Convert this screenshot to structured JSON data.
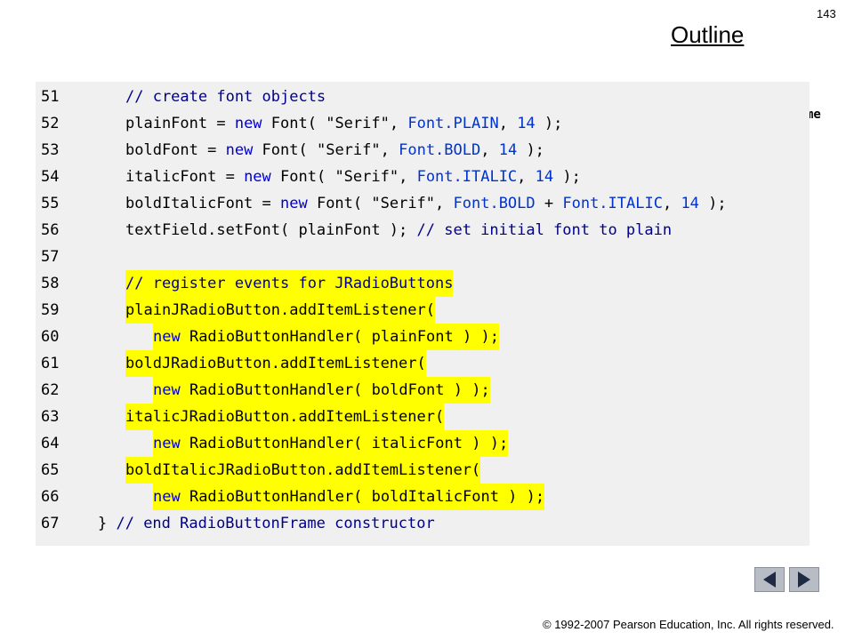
{
  "page": {
    "number": "143",
    "outline_label": "Outline",
    "side_label": "me",
    "copyright": "© 1992-2007 Pearson Education, Inc.  All rights reserved."
  },
  "nav": {
    "prev_icon": "triangle-left-icon",
    "next_icon": "triangle-right-icon"
  },
  "colors": {
    "panel_bg": "#f0f0f0",
    "highlight": "#ffff00",
    "keyword": "#0000cc",
    "comment": "#00008b"
  },
  "code": {
    "lines": [
      {
        "num": "51",
        "indent": 2,
        "hl": false,
        "tokens": [
          [
            "cm",
            "// create font objects"
          ]
        ]
      },
      {
        "num": "52",
        "indent": 2,
        "hl": false,
        "tokens": [
          [
            "tx",
            "plainFont = "
          ],
          [
            "kw",
            "new"
          ],
          [
            "tx",
            " Font( "
          ],
          [
            "st",
            "\"Serif\""
          ],
          [
            "tx",
            ", "
          ],
          [
            "co",
            "Font.PLAIN"
          ],
          [
            "tx",
            ", "
          ],
          [
            "nu",
            "14"
          ],
          [
            "tx",
            " );"
          ]
        ]
      },
      {
        "num": "53",
        "indent": 2,
        "hl": false,
        "tokens": [
          [
            "tx",
            "boldFont = "
          ],
          [
            "kw",
            "new"
          ],
          [
            "tx",
            " Font( "
          ],
          [
            "st",
            "\"Serif\""
          ],
          [
            "tx",
            ", "
          ],
          [
            "co",
            "Font.BOLD"
          ],
          [
            "tx",
            ", "
          ],
          [
            "nu",
            "14"
          ],
          [
            "tx",
            " );"
          ]
        ]
      },
      {
        "num": "54",
        "indent": 2,
        "hl": false,
        "tokens": [
          [
            "tx",
            "italicFont = "
          ],
          [
            "kw",
            "new"
          ],
          [
            "tx",
            " Font( "
          ],
          [
            "st",
            "\"Serif\""
          ],
          [
            "tx",
            ", "
          ],
          [
            "co",
            "Font.ITALIC"
          ],
          [
            "tx",
            ", "
          ],
          [
            "nu",
            "14"
          ],
          [
            "tx",
            " );"
          ]
        ]
      },
      {
        "num": "55",
        "indent": 2,
        "hl": false,
        "tokens": [
          [
            "tx",
            "boldItalicFont = "
          ],
          [
            "kw",
            "new"
          ],
          [
            "tx",
            " Font( "
          ],
          [
            "st",
            "\"Serif\""
          ],
          [
            "tx",
            ", "
          ],
          [
            "co",
            "Font.BOLD"
          ],
          [
            "tx",
            " + "
          ],
          [
            "co",
            "Font.ITALIC"
          ],
          [
            "tx",
            ", "
          ],
          [
            "nu",
            "14"
          ],
          [
            "tx",
            " );"
          ]
        ]
      },
      {
        "num": "56",
        "indent": 2,
        "hl": false,
        "tokens": [
          [
            "tx",
            "textField.setFont( plainFont ); "
          ],
          [
            "cm",
            "// set initial font to plain"
          ]
        ]
      },
      {
        "num": "57",
        "indent": 2,
        "hl": false,
        "tokens": []
      },
      {
        "num": "58",
        "indent": 2,
        "hl": true,
        "tokens": [
          [
            "cm",
            "// register events for JRadioButtons"
          ]
        ]
      },
      {
        "num": "59",
        "indent": 2,
        "hl": true,
        "tokens": [
          [
            "tx",
            "plainJRadioButton.addItemListener("
          ]
        ]
      },
      {
        "num": "60",
        "indent": 3,
        "hl": true,
        "tokens": [
          [
            "kw",
            "new"
          ],
          [
            "tx",
            " RadioButtonHandler( plainFont ) );"
          ]
        ]
      },
      {
        "num": "61",
        "indent": 2,
        "hl": true,
        "tokens": [
          [
            "tx",
            "boldJRadioButton.addItemListener("
          ]
        ]
      },
      {
        "num": "62",
        "indent": 3,
        "hl": true,
        "tokens": [
          [
            "kw",
            "new"
          ],
          [
            "tx",
            " RadioButtonHandler( boldFont ) );"
          ]
        ]
      },
      {
        "num": "63",
        "indent": 2,
        "hl": true,
        "tokens": [
          [
            "tx",
            "italicJRadioButton.addItemListener("
          ]
        ]
      },
      {
        "num": "64",
        "indent": 3,
        "hl": true,
        "tokens": [
          [
            "kw",
            "new"
          ],
          [
            "tx",
            " RadioButtonHandler( italicFont ) );"
          ]
        ]
      },
      {
        "num": "65",
        "indent": 2,
        "hl": true,
        "tokens": [
          [
            "tx",
            "boldItalicJRadioButton.addItemListener("
          ]
        ]
      },
      {
        "num": "66",
        "indent": 3,
        "hl": true,
        "tokens": [
          [
            "kw",
            "new"
          ],
          [
            "tx",
            " RadioButtonHandler( boldItalicFont ) );"
          ]
        ]
      },
      {
        "num": "67",
        "indent": 1,
        "hl": false,
        "tokens": [
          [
            "tx",
            "} "
          ],
          [
            "cm",
            "// end RadioButtonFrame constructor"
          ]
        ]
      }
    ]
  }
}
